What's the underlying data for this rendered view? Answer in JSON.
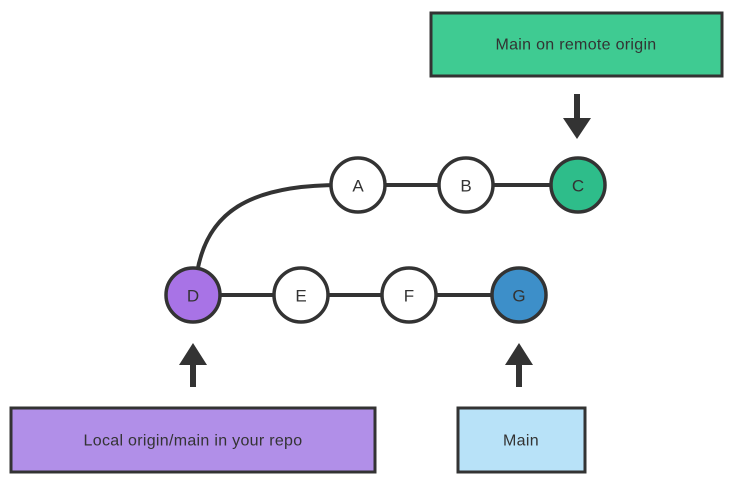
{
  "diagram": {
    "remote_box": {
      "label": "Main on remote origin"
    },
    "local_box": {
      "label": "Local origin/main in your repo"
    },
    "main_box": {
      "label": "Main"
    },
    "commits": {
      "a": "A",
      "b": "B",
      "c": "C",
      "d": "D",
      "e": "E",
      "f": "F",
      "g": "G"
    },
    "colors": {
      "remote_box_fill": "#3fcb92",
      "commit_c_fill": "#2ebd8a",
      "commit_d_fill": "#a873e6",
      "commit_g_fill": "#3d8fc9",
      "local_box_fill": "#b18fe8",
      "main_box_fill": "#b8e2f8",
      "white_node_fill": "#ffffff",
      "stroke": "#333333"
    }
  }
}
